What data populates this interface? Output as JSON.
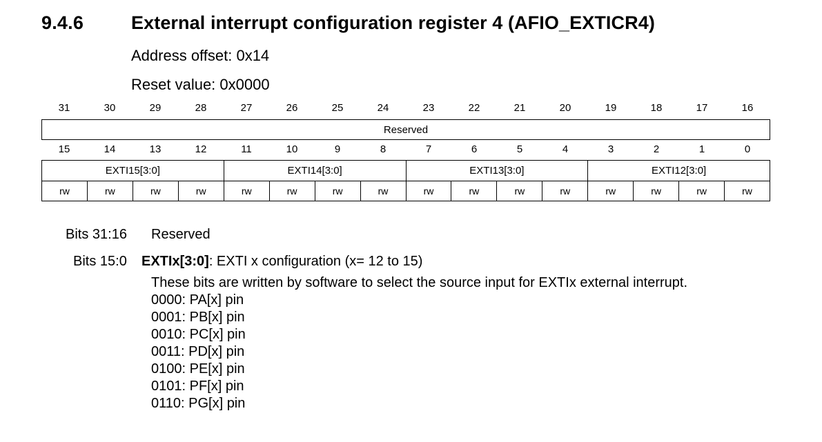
{
  "section": {
    "number": "9.4.6",
    "title": "External interrupt configuration register 4 (AFIO_EXTICR4)"
  },
  "address_offset": "Address offset: 0x14",
  "reset_value": "Reset value: 0x0000",
  "register": {
    "upper_bits": [
      "31",
      "30",
      "29",
      "28",
      "27",
      "26",
      "25",
      "24",
      "23",
      "22",
      "21",
      "20",
      "19",
      "18",
      "17",
      "16"
    ],
    "upper_field": "Reserved",
    "lower_bits": [
      "15",
      "14",
      "13",
      "12",
      "11",
      "10",
      "9",
      "8",
      "7",
      "6",
      "5",
      "4",
      "3",
      "2",
      "1",
      "0"
    ],
    "lower_fields": [
      "EXTI15[3:0]",
      "EXTI14[3:0]",
      "EXTI13[3:0]",
      "EXTI12[3:0]"
    ],
    "access": [
      "rw",
      "rw",
      "rw",
      "rw",
      "rw",
      "rw",
      "rw",
      "rw",
      "rw",
      "rw",
      "rw",
      "rw",
      "rw",
      "rw",
      "rw",
      "rw"
    ]
  },
  "descriptions": {
    "bits_31_16": {
      "label": "Bits 31:16",
      "text": "Reserved"
    },
    "bits_15_0": {
      "label": "Bits 15:0",
      "name": "EXTIx[3:0]",
      "summary": ": EXTI x configuration (x= 12 to 15)",
      "body": "These bits are written by software to select the source input for EXTIx external interrupt.",
      "options": [
        "0000: PA[x] pin",
        "0001: PB[x] pin",
        "0010: PC[x] pin",
        "0011: PD[x] pin",
        "0100: PE[x] pin",
        "0101: PF[x] pin",
        "0110: PG[x] pin"
      ]
    }
  }
}
